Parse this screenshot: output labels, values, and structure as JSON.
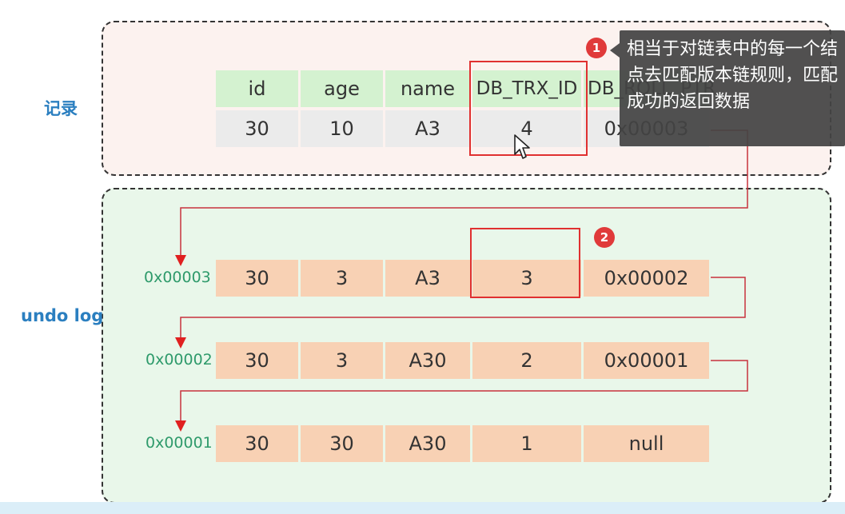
{
  "labels": {
    "record": "记录",
    "undo_log": "undo log"
  },
  "record": {
    "headers": [
      "id",
      "age",
      "name",
      "DB_TRX_ID",
      "DB_ROLL_PTR"
    ],
    "values": [
      "30",
      "10",
      "A3",
      "4",
      "0x00003"
    ]
  },
  "undo_log": [
    {
      "address": "0x00003",
      "cells": [
        "30",
        "3",
        "A3",
        "3",
        "0x00002"
      ]
    },
    {
      "address": "0x00002",
      "cells": [
        "30",
        "3",
        "A30",
        "2",
        "0x00001"
      ]
    },
    {
      "address": "0x00001",
      "cells": [
        "30",
        "30",
        "A30",
        "1",
        "null"
      ]
    }
  ],
  "badges": [
    "1",
    "2"
  ],
  "tooltip": {
    "text": "相当于对链表中的每一个结点去匹配版本链规则，匹配成功的返回数据"
  },
  "colors": {
    "header_bg": "#d4f2d0",
    "value_bg": "#ebebeb",
    "undo_cell_bg": "#f8d1b4",
    "highlight": "#e03030",
    "label_blue": "#2b7fc0",
    "address_green": "#2e9a6b"
  }
}
